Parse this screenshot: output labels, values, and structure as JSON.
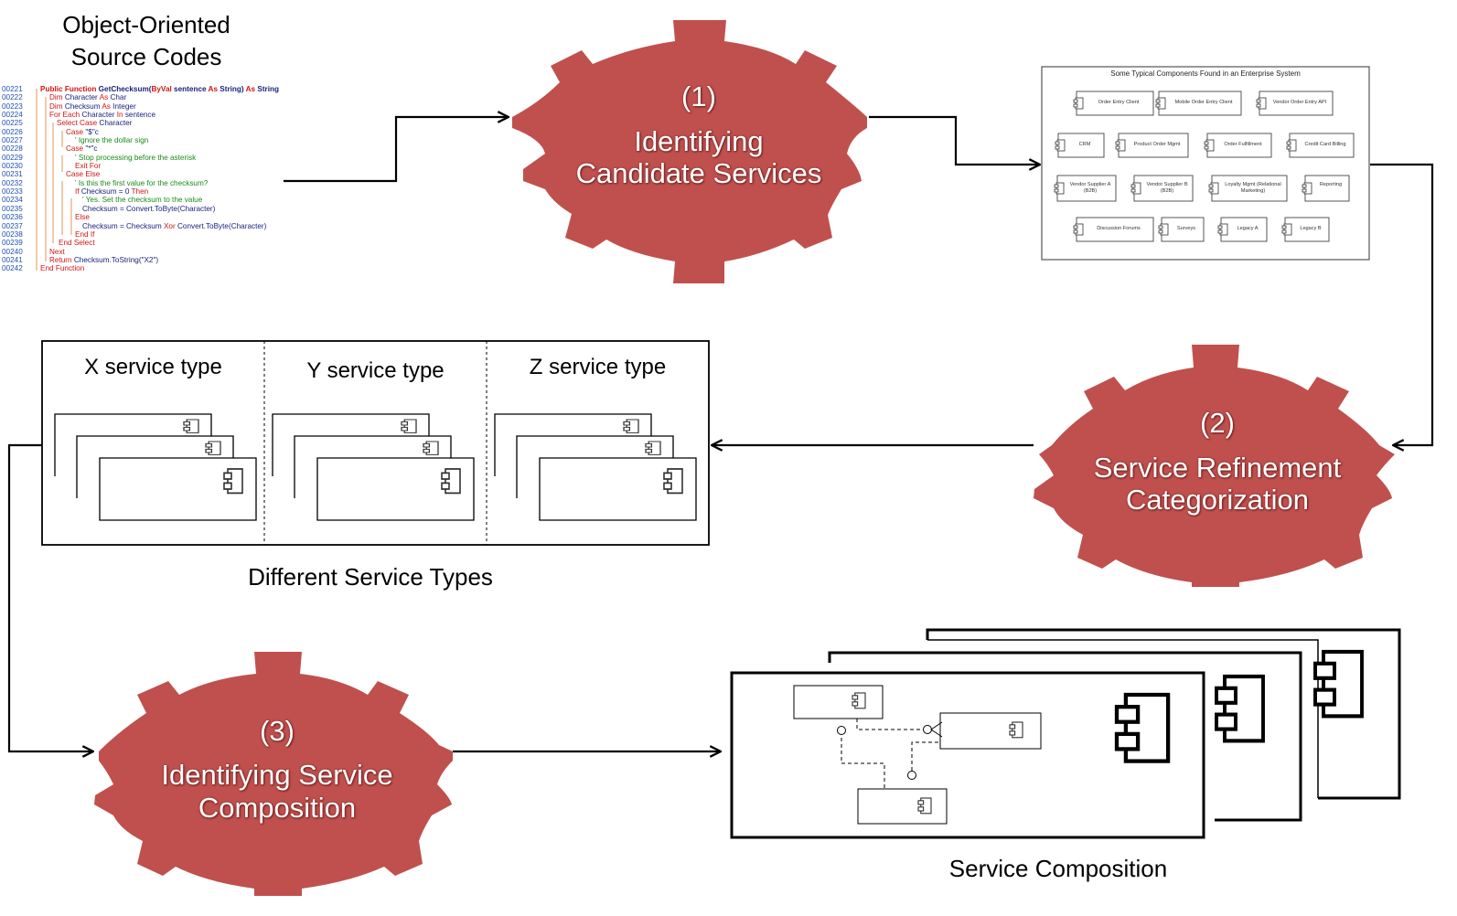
{
  "source": {
    "title_line1": "Object-Oriented",
    "title_line2": "Source Codes",
    "code_lines": [
      {
        "n": "00221",
        "t": "Public Function GetChecksum(ByVal sentence As String) As String"
      },
      {
        "n": "00222",
        "t": "Dim Character As Char"
      },
      {
        "n": "00223",
        "t": "Dim Checksum As Integer"
      },
      {
        "n": "00224",
        "t": "For Each Character In sentence"
      },
      {
        "n": "00225",
        "t": "Select Case Character"
      },
      {
        "n": "00226",
        "t": "Case \"$\"c"
      },
      {
        "n": "00227",
        "t": "' Ignore the dollar sign"
      },
      {
        "n": "00228",
        "t": "Case \"*\"c"
      },
      {
        "n": "00229",
        "t": "' Stop processing before the asterisk"
      },
      {
        "n": "00230",
        "t": "Exit For"
      },
      {
        "n": "00231",
        "t": "Case Else"
      },
      {
        "n": "00232",
        "t": "' Is this the first value for the checksum?"
      },
      {
        "n": "00233",
        "t": "If Checksum = 0 Then"
      },
      {
        "n": "00234",
        "t": "' Yes. Set the checksum to the value"
      },
      {
        "n": "00235",
        "t": "Checksum = Convert.ToByte(Character)"
      },
      {
        "n": "00236",
        "t": "Else"
      },
      {
        "n": "00237",
        "t": "Checksum = Checksum Xor Convert.ToByte(Character)"
      },
      {
        "n": "00238",
        "t": "End If"
      },
      {
        "n": "00239",
        "t": "End Select"
      },
      {
        "n": "00240",
        "t": "Next"
      },
      {
        "n": "00241",
        "t": "Return Checksum.ToString(\"X2\")"
      },
      {
        "n": "00242",
        "t": "End Function"
      }
    ]
  },
  "gears": {
    "step1": {
      "number": "(1)",
      "line1": "Identifying",
      "line2": "Candidate Services"
    },
    "step2": {
      "number": "(2)",
      "line1": "Service Refinement",
      "line2": "Categorization"
    },
    "step3": {
      "number": "(3)",
      "line1": "Identifying Service",
      "line2": "Composition"
    }
  },
  "components_box": {
    "title": "Some Typical Components Found in an Enterprise System",
    "items": [
      "Order Entry Client",
      "Mobile Order Entry Client",
      "Vendor Order Entry API",
      "CRM",
      "Product Order Mgmt",
      "Order Fulfillment",
      "Credit Card Billing",
      "Vendor Supplier A (B2B)",
      "Vendor Supplier B (B2B)",
      "Loyalty Mgmt (Relational Marketing)",
      "Reporting",
      "Discussion Forums",
      "Surveys",
      "Legacy A",
      "Legacy B"
    ]
  },
  "service_types": {
    "x_label": "X service type",
    "y_label": "Y service type",
    "z_label": "Z service type",
    "caption": "Different Service Types"
  },
  "composition": {
    "caption": "Service Composition"
  },
  "colors": {
    "gear_fill": "#c0504d",
    "line": "#000000"
  }
}
